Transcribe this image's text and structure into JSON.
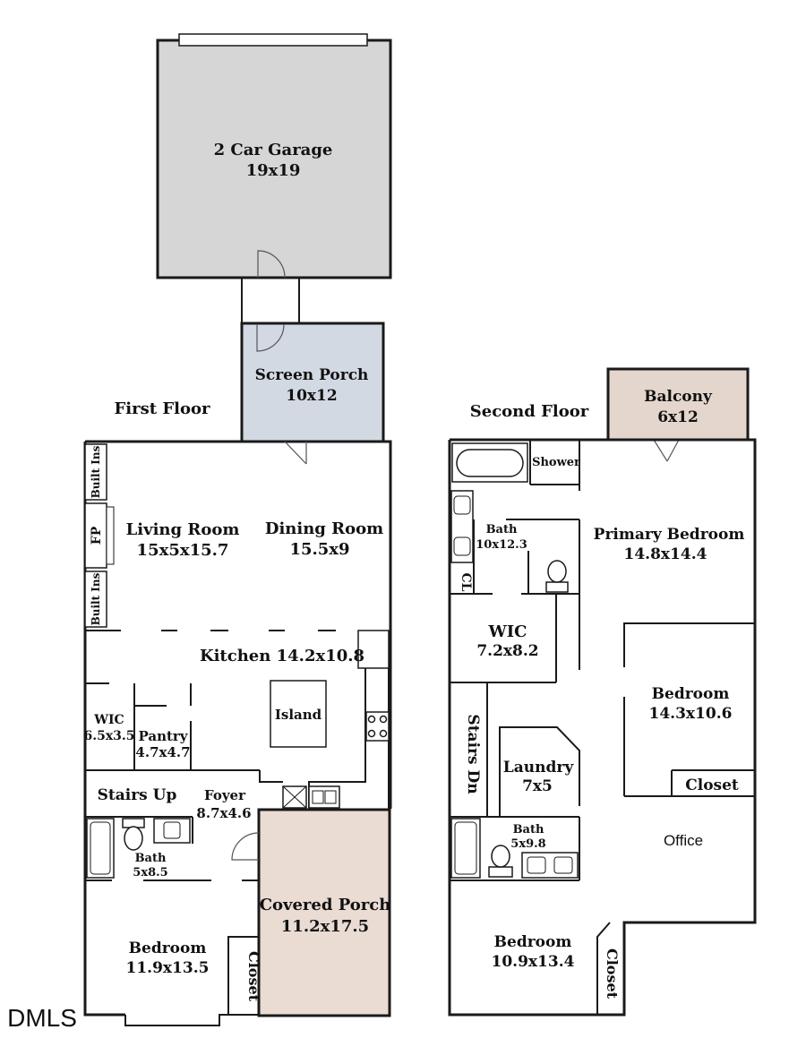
{
  "first_floor": {
    "heading": "First Floor",
    "rooms": {
      "garage": {
        "name": "2 Car Garage",
        "dims": "19x19"
      },
      "screen_porch": {
        "name": "Screen Porch",
        "dims": "10x12"
      },
      "built_ins_top": "Built Ins",
      "fireplace": "FP",
      "built_ins_bottom": "Built Ins",
      "living_room": {
        "name": "Living Room",
        "dims": "15x5x15.7"
      },
      "dining_room": {
        "name": "Dining Room",
        "dims": "15.5x9"
      },
      "kitchen": {
        "name": "Kitchen",
        "dims": "14.2x10.8"
      },
      "island": "Island",
      "wic": {
        "name": "WIC",
        "dims": "6.5x3.5"
      },
      "pantry": {
        "name": "Pantry",
        "dims": "4.7x4.7"
      },
      "stairs_up": "Stairs Up",
      "foyer": {
        "name": "Foyer",
        "dims": "8.7x4.6"
      },
      "bath": {
        "name": "Bath",
        "dims": "5x8.5"
      },
      "covered_porch": {
        "name": "Covered Porch",
        "dims": "11.2x17.5"
      },
      "bedroom": {
        "name": "Bedroom",
        "dims": "11.9x13.5"
      },
      "closet": "Closet"
    }
  },
  "second_floor": {
    "heading": "Second Floor",
    "rooms": {
      "balcony": {
        "name": "Balcony",
        "dims": "6x12"
      },
      "shower": "Shower",
      "bath": {
        "name": "Bath",
        "dims": "10x12.3"
      },
      "cl": "CL",
      "primary_bedroom": {
        "name": "Primary Bedroom",
        "dims": "14.8x14.4"
      },
      "wic": {
        "name": "WIC",
        "dims": "7.2x8.2"
      },
      "bedroom_mid": {
        "name": "Bedroom",
        "dims": "14.3x10.6"
      },
      "stairs_dn": "Stairs Dn",
      "laundry": {
        "name": "Laundry",
        "dims": "7x5"
      },
      "closet_mid": "Closet",
      "bath2": {
        "name": "Bath",
        "dims": "5x9.8"
      },
      "office": "Office",
      "bedroom_bottom": {
        "name": "Bedroom",
        "dims": "10.9x13.4"
      },
      "closet_bottom": "Closet"
    }
  },
  "watermark": "DMLS",
  "colors": {
    "garage": "#d6d6d6",
    "screen_porch": "#d3d9e3",
    "covered_porch": "#eadbd3",
    "balcony": "#e4d6cd",
    "wall": "#1a1a1a"
  }
}
